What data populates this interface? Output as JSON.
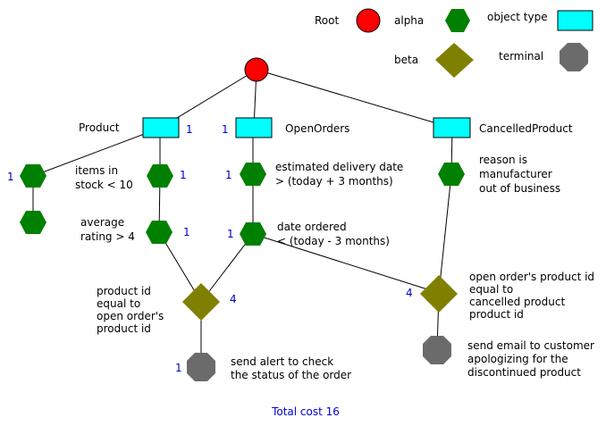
{
  "colors": {
    "root": "#ff0000",
    "alpha": "#008000",
    "beta": "#808000",
    "object_type": "#00ffff",
    "terminal": "#6b6b6b",
    "cost": "#0000cc"
  },
  "legend": {
    "root": "Root",
    "alpha": "alpha",
    "object_type": "object type",
    "beta": "beta",
    "terminal": "terminal"
  },
  "nodes": {
    "product": {
      "label": "Product",
      "cost": "1"
    },
    "open_orders": {
      "label": "OpenOrders",
      "cost": "1"
    },
    "cancelled_product": {
      "label": "CancelledProduct",
      "cost": ""
    },
    "alpha_items_in_stock": {
      "label": [
        "items in",
        "stock < 10"
      ],
      "cost": "1"
    },
    "alpha_items_in_stock_2": {
      "label": [],
      "cost": ""
    },
    "alpha_average_rating": {
      "label": [
        "average",
        "rating > 4"
      ],
      "cost": "1"
    },
    "alpha_product_mid": {
      "label": [],
      "cost": "1"
    },
    "alpha_estimated_delivery": {
      "label": [
        "estimated delivery date",
        "> (today + 3 months)"
      ],
      "cost": "1"
    },
    "alpha_date_ordered": {
      "label": [
        "date ordered",
        "< (today - 3 months)"
      ],
      "cost": "1"
    },
    "alpha_reason": {
      "label": [
        "reason is",
        "manufacturer",
        "out of business"
      ],
      "cost": ""
    },
    "beta_product_id": {
      "label": [
        "product id",
        "equal to",
        "open order's",
        "product id"
      ],
      "cost": "4"
    },
    "beta_cancelled": {
      "label": [
        "open order's product id",
        "equal to",
        "cancelled product",
        "product id"
      ],
      "cost": "4"
    },
    "terminal_alert": {
      "label": [
        "send alert to check",
        "the status of the order"
      ],
      "cost": "1"
    },
    "terminal_email": {
      "label": [
        "send email to customer",
        "apologizing for the",
        "discontinued product"
      ],
      "cost": ""
    }
  },
  "total_cost": "Total cost 16"
}
